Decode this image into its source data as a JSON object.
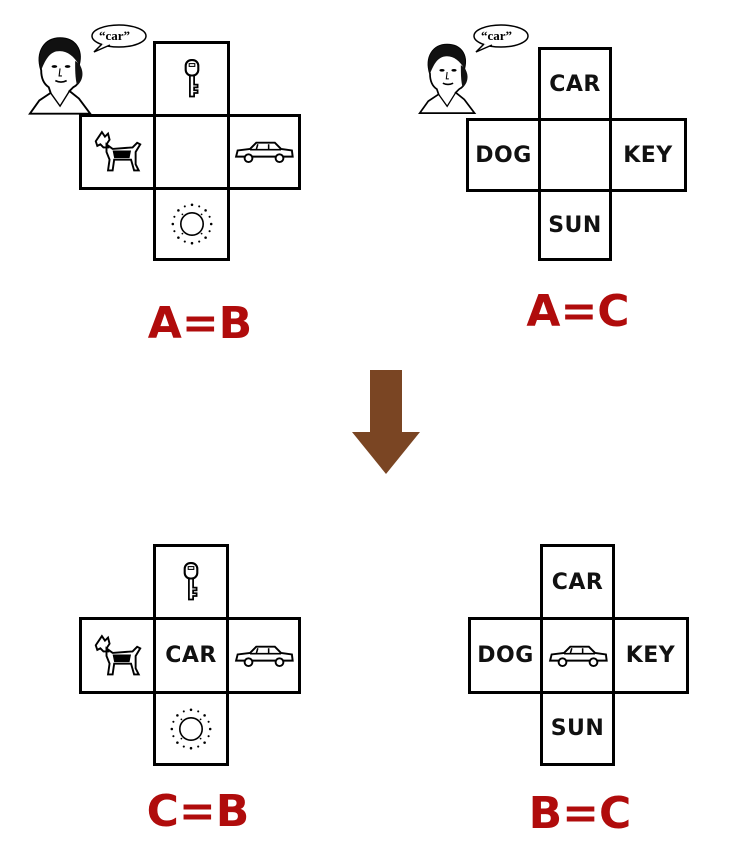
{
  "speaker": {
    "utterance": "“car”"
  },
  "panels": [
    {
      "id": "top-left",
      "cells": {
        "top": "key-icon",
        "left": "dog-icon",
        "right": "car-icon",
        "bottom": "sun-icon",
        "center": ""
      },
      "relation": "A=B"
    },
    {
      "id": "top-right",
      "cells": {
        "top": "CAR",
        "left": "DOG",
        "right": "KEY",
        "bottom": "SUN",
        "center": ""
      },
      "relation": "A=C"
    },
    {
      "id": "bottom-left",
      "cells": {
        "top": "key-icon",
        "left": "dog-icon",
        "right": "car-icon",
        "bottom": "sun-icon",
        "center": "CAR"
      },
      "relation": "C=B"
    },
    {
      "id": "bottom-right",
      "cells": {
        "top": "CAR",
        "left": "DOG",
        "right": "KEY",
        "bottom": "SUN",
        "center": "car-icon"
      },
      "relation": "B=C"
    }
  ],
  "colors": {
    "relation": "#b00c0c",
    "arrow": "#7a4523"
  },
  "arrow": {
    "direction": "down"
  }
}
